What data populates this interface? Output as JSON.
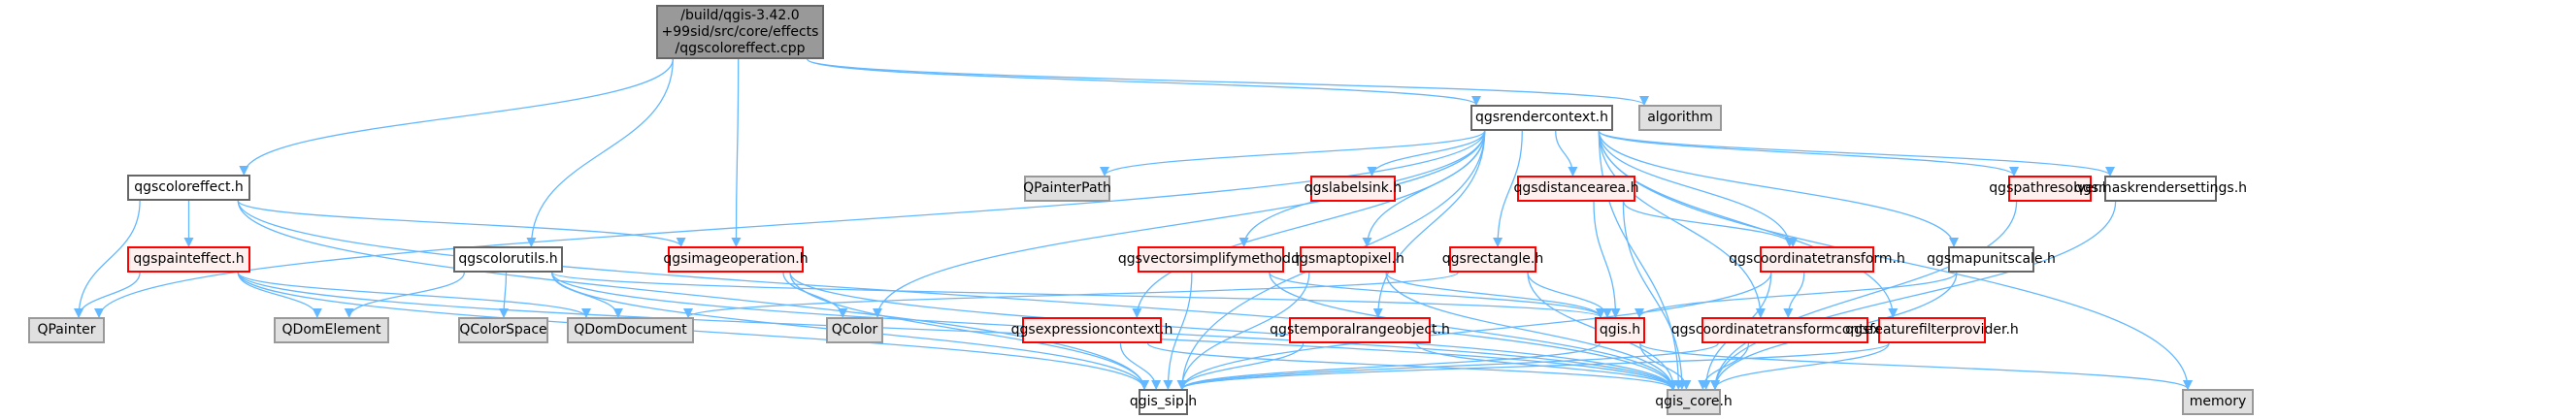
{
  "title": "Include dependency graph for qgscoloreffect.cpp",
  "edge_color": "#63b8ff",
  "node_styles": {
    "root": {
      "fill": "#999999",
      "border": "#666666"
    },
    "documented": {
      "fill": "#ffffff",
      "border": "#666666"
    },
    "undocumented": {
      "fill": "#fff0f0",
      "border": "#ff0000"
    },
    "system": {
      "fill": "#e0e0e0",
      "border": "#999999"
    }
  },
  "root": {
    "id": "root",
    "lines": [
      "/build/qgis-3.42.0",
      "+99sid/src/core/effects",
      "/qgscoloreffect.cpp"
    ]
  },
  "nodes": [
    {
      "id": "qgscoloreffect_h",
      "label": "qgscoloreffect.h",
      "style": "plain"
    },
    {
      "id": "qgspainteffect_h",
      "label": "qgspainteffect.h",
      "style": "red"
    },
    {
      "id": "qgscolorutils_h",
      "label": "qgscolorutils.h",
      "style": "plain"
    },
    {
      "id": "qgsimageoperation_h",
      "label": "qgsimageoperation.h",
      "style": "red"
    },
    {
      "id": "qgsrendercontext_h",
      "label": "qgsrendercontext.h",
      "style": "plain"
    },
    {
      "id": "algorithm",
      "label": "algorithm",
      "style": "sys"
    },
    {
      "id": "QPainterPath",
      "label": "QPainterPath",
      "style": "sys"
    },
    {
      "id": "qgslabelsink_h",
      "label": "qgslabelsink.h",
      "style": "red"
    },
    {
      "id": "qgsdistancearea_h",
      "label": "qgsdistancearea.h",
      "style": "red"
    },
    {
      "id": "qgspathresolver_h",
      "label": "qgspathresolver.h",
      "style": "red"
    },
    {
      "id": "qgsmaskrendersettings_h",
      "label": "qgsmaskrendersettings.h",
      "style": "plain"
    },
    {
      "id": "qgsvectorsimplifymethod_h",
      "label": "qgsvectorsimplifymethod.h",
      "style": "red"
    },
    {
      "id": "qgsmaptopixel_h",
      "label": "qgsmaptopixel.h",
      "style": "red"
    },
    {
      "id": "qgsrectangle_h",
      "label": "qgsrectangle.h",
      "style": "red"
    },
    {
      "id": "qgscoordinatetransform_h",
      "label": "qgscoordinatetransform.h",
      "style": "red"
    },
    {
      "id": "qgsmapunitscale_h",
      "label": "qgsmapunitscale.h",
      "style": "plain"
    },
    {
      "id": "QPainter",
      "label": "QPainter",
      "style": "sys"
    },
    {
      "id": "QDomElement",
      "label": "QDomElement",
      "style": "sys"
    },
    {
      "id": "QColorSpace",
      "label": "QColorSpace",
      "style": "sys"
    },
    {
      "id": "QDomDocument",
      "label": "QDomDocument",
      "style": "sys"
    },
    {
      "id": "QColor",
      "label": "QColor",
      "style": "sys"
    },
    {
      "id": "qgsexpressioncontext_h",
      "label": "qgsexpressioncontext.h",
      "style": "red"
    },
    {
      "id": "qgstemporalrangeobject_h",
      "label": "qgstemporalrangeobject.h",
      "style": "red"
    },
    {
      "id": "qgis_h",
      "label": "qgis.h",
      "style": "red"
    },
    {
      "id": "qgscoordinatetransformcontext_h",
      "label": "qgscoordinatetransformcontext.h",
      "style": "red"
    },
    {
      "id": "qgsfeaturefilterprovider_h",
      "label": "qgsfeaturefilterprovider.h",
      "style": "red"
    },
    {
      "id": "qgis_sip_h",
      "label": "qgis_sip.h",
      "style": "plain"
    },
    {
      "id": "qgis_core_h",
      "label": "qgis_core.h",
      "style": "sys"
    },
    {
      "id": "memory",
      "label": "memory",
      "style": "sys"
    }
  ],
  "edges": [
    [
      "root",
      "qgscoloreffect_h"
    ],
    [
      "root",
      "qgscolorutils_h"
    ],
    [
      "root",
      "qgsimageoperation_h"
    ],
    [
      "root",
      "qgsrendercontext_h"
    ],
    [
      "root",
      "algorithm"
    ],
    [
      "qgscoloreffect_h",
      "qgspainteffect_h"
    ],
    [
      "qgscoloreffect_h",
      "QPainter"
    ],
    [
      "qgscoloreffect_h",
      "qgsimageoperation_h"
    ],
    [
      "qgscoloreffect_h",
      "qgis_sip_h"
    ],
    [
      "qgscoloreffect_h",
      "qgis_core_h"
    ],
    [
      "qgspainteffect_h",
      "QPainter"
    ],
    [
      "qgspainteffect_h",
      "QDomElement"
    ],
    [
      "qgspainteffect_h",
      "QDomDocument"
    ],
    [
      "qgspainteffect_h",
      "qgis_sip_h"
    ],
    [
      "qgspainteffect_h",
      "qgis_core_h"
    ],
    [
      "qgscolorutils_h",
      "QDomElement"
    ],
    [
      "qgscolorutils_h",
      "QColorSpace"
    ],
    [
      "qgscolorutils_h",
      "QDomDocument"
    ],
    [
      "qgscolorutils_h",
      "qgis_h"
    ],
    [
      "qgscolorutils_h",
      "qgis_sip_h"
    ],
    [
      "qgscolorutils_h",
      "qgis_core_h"
    ],
    [
      "qgsimageoperation_h",
      "QColor"
    ],
    [
      "qgsimageoperation_h",
      "qgis_sip_h"
    ],
    [
      "qgsimageoperation_h",
      "qgis_core_h"
    ],
    [
      "qgsrendercontext_h",
      "QPainter"
    ],
    [
      "qgsrendercontext_h",
      "QPainterPath"
    ],
    [
      "qgsrendercontext_h",
      "QColor"
    ],
    [
      "qgsrendercontext_h",
      "qgslabelsink_h"
    ],
    [
      "qgsrendercontext_h",
      "qgsdistancearea_h"
    ],
    [
      "qgsrendercontext_h",
      "qgspathresolver_h"
    ],
    [
      "qgsrendercontext_h",
      "qgsmaskrendersettings_h"
    ],
    [
      "qgsrendercontext_h",
      "qgsvectorsimplifymethod_h"
    ],
    [
      "qgsrendercontext_h",
      "qgsmaptopixel_h"
    ],
    [
      "qgsrendercontext_h",
      "qgsrectangle_h"
    ],
    [
      "qgsrendercontext_h",
      "qgscoordinatetransform_h"
    ],
    [
      "qgsrendercontext_h",
      "qgsmapunitscale_h"
    ],
    [
      "qgsrendercontext_h",
      "qgsexpressioncontext_h"
    ],
    [
      "qgsrendercontext_h",
      "qgstemporalrangeobject_h"
    ],
    [
      "qgsrendercontext_h",
      "qgscoordinatetransformcontext_h"
    ],
    [
      "qgsrendercontext_h",
      "qgsfeaturefilterprovider_h"
    ],
    [
      "qgsrendercontext_h",
      "qgis_sip_h"
    ],
    [
      "qgsrendercontext_h",
      "qgis_core_h"
    ],
    [
      "qgsrendercontext_h",
      "memory"
    ],
    [
      "qgsdistancearea_h",
      "qgscoordinatetransform_h"
    ],
    [
      "qgsdistancearea_h",
      "qgis_h"
    ],
    [
      "qgsdistancearea_h",
      "qgis_core_h"
    ],
    [
      "qgspathresolver_h",
      "qgis_core_h"
    ],
    [
      "qgsmaskrendersettings_h",
      "qgis_core_h"
    ],
    [
      "qgsvectorsimplifymethod_h",
      "qgis_h"
    ],
    [
      "qgsvectorsimplifymethod_h",
      "qgis_sip_h"
    ],
    [
      "qgsvectorsimplifymethod_h",
      "qgis_core_h"
    ],
    [
      "qgsmaptopixel_h",
      "qgis_h"
    ],
    [
      "qgsmaptopixel_h",
      "qgis_sip_h"
    ],
    [
      "qgsmaptopixel_h",
      "qgis_core_h"
    ],
    [
      "qgsrectangle_h",
      "QDomDocument"
    ],
    [
      "qgsrectangle_h",
      "qgis_h"
    ],
    [
      "qgsrectangle_h",
      "qgis_core_h"
    ],
    [
      "qgscoordinatetransform_h",
      "qgscoordinatetransformcontext_h"
    ],
    [
      "qgscoordinatetransform_h",
      "qgis_sip_h"
    ],
    [
      "qgscoordinatetransform_h",
      "qgis_core_h"
    ],
    [
      "qgsmapunitscale_h",
      "qgis_h"
    ],
    [
      "qgsmapunitscale_h",
      "qgis_core_h"
    ],
    [
      "qgsexpressioncontext_h",
      "qgis_sip_h"
    ],
    [
      "qgsexpressioncontext_h",
      "qgis_core_h"
    ],
    [
      "qgstemporalrangeobject_h",
      "qgis_sip_h"
    ],
    [
      "qgstemporalrangeobject_h",
      "qgis_core_h"
    ],
    [
      "qgis_h",
      "qgis_sip_h"
    ],
    [
      "qgis_h",
      "qgis_core_h"
    ],
    [
      "qgis_h",
      "memory"
    ],
    [
      "qgscoordinatetransformcontext_h",
      "qgis_sip_h"
    ],
    [
      "qgscoordinatetransformcontext_h",
      "qgis_core_h"
    ],
    [
      "qgsfeaturefilterprovider_h",
      "qgis_sip_h"
    ],
    [
      "qgsfeaturefilterprovider_h",
      "qgis_core_h"
    ]
  ]
}
